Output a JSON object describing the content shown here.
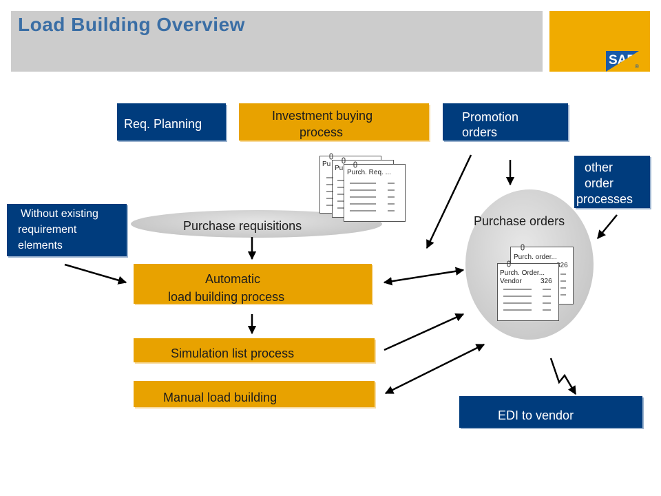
{
  "header": {
    "title": "Load Building Overview",
    "logo_text": "SAP",
    "logo_reg": "®"
  },
  "boxes": {
    "req_planning": "Req. Planning",
    "investment_line1": "Investment   buying",
    "investment_line2": "process",
    "promotion_line1": "Promotion",
    "promotion_line2": "orders",
    "other_line1": "other",
    "other_line2": "order",
    "other_line3": "processes",
    "without_line1": "Without existing",
    "without_line2": "requirement",
    "without_line3": "elements",
    "automatic_line1": "Automatic",
    "automatic_line2": "load building process",
    "simulation": "Simulation list process",
    "manual": "Manual load building",
    "edi": "EDI to vendor"
  },
  "ellipses": {
    "purchase_requisitions": "Purchase requisitions",
    "purchase_orders": "Purchase orders"
  },
  "documents": {
    "req_back1": "Pu",
    "req_back2": "Pu",
    "req_front": "Purch. Req. ...",
    "po_back_title": "Purch. order...",
    "po_back_vendor": "326",
    "po_front_title": "Purch. Order...",
    "po_front_vendor_label": "Vendor",
    "po_front_vendor_value": "326"
  },
  "colors": {
    "blue_box": "#003c7d",
    "gold_box": "#e8a200",
    "title_text": "#3a6ea5",
    "header_bar": "#cccccc",
    "logo_bar": "#f0ab00"
  }
}
